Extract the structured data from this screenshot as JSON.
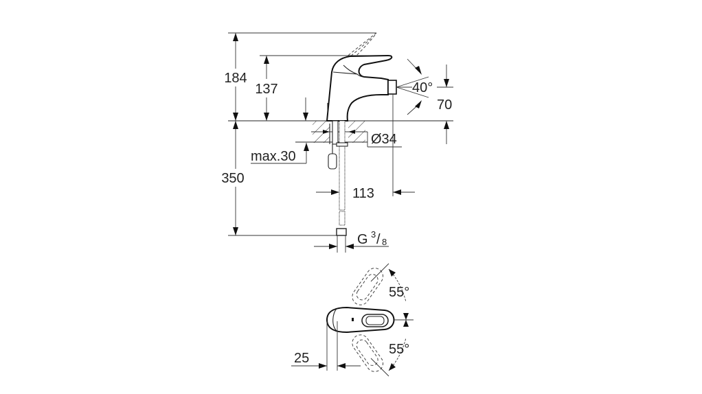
{
  "drawing": {
    "type": "technical-dimension-drawing",
    "subject": "bidet mixer tap",
    "side_view": {
      "dimensions": {
        "total_height_lever_raised": "184",
        "height_lever": "137",
        "below_deck_hose_length": "350",
        "max_deck_thickness": "max.30",
        "hole_diameter": "Ø34",
        "spout_projection": "113",
        "spout_height": "70",
        "spray_angle": "40°",
        "connection_thread_prefix": "G",
        "connection_thread_num": "3",
        "connection_thread_den": "8"
      }
    },
    "top_view": {
      "dimensions": {
        "lever_rotation_upper": "55°",
        "lever_rotation_lower": "55°",
        "lever_offset": "25"
      }
    }
  }
}
